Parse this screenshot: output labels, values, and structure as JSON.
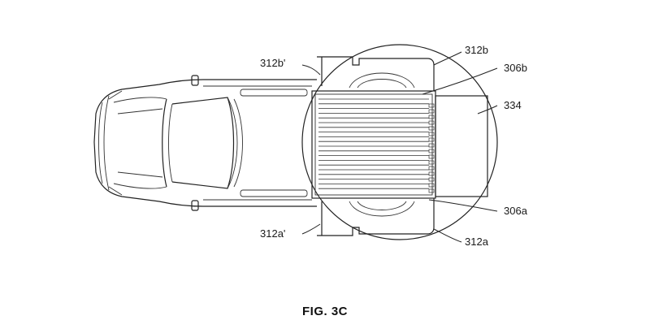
{
  "figure": {
    "caption": "FIG. 3C",
    "labels": {
      "l312b_prime": "312b'",
      "l312b": "312b",
      "l306b": "306b",
      "l334": "334",
      "l312a_prime": "312a'",
      "l306a": "306a",
      "l312a": "312a"
    }
  }
}
